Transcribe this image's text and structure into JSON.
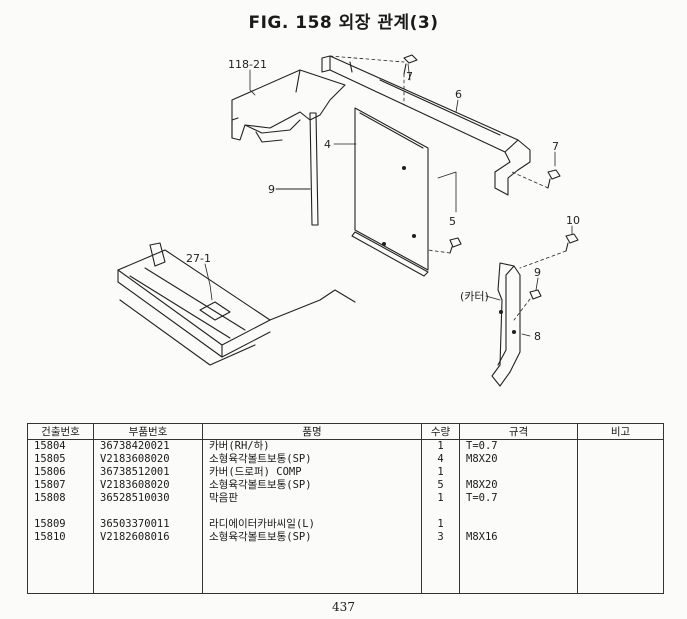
{
  "page": {
    "title": "FIG. 158 외장 관계(3)",
    "page_number": "437"
  },
  "diagram": {
    "callouts": [
      "118-21",
      "7",
      "6",
      "4",
      "7",
      "9",
      "5",
      "10",
      "27-1",
      "9",
      "(카터)",
      "8"
    ]
  },
  "table": {
    "headers": [
      "건출번호",
      "부품번호",
      "품명",
      "수량",
      "규격",
      "비고"
    ],
    "rows": [
      {
        "ref": "15804",
        "part_no": "36738420021",
        "name": "카버(RH/하)",
        "qty": "1",
        "spec": "T=0.7",
        "note": ""
      },
      {
        "ref": "15805",
        "part_no": "V2183608020",
        "name": "소형육각볼트보통(SP)",
        "qty": "4",
        "spec": "M8X20",
        "note": ""
      },
      {
        "ref": "15806",
        "part_no": "36738512001",
        "name": "카버(드로퍼) COMP",
        "qty": "1",
        "spec": "",
        "note": ""
      },
      {
        "ref": "15807",
        "part_no": "V2183608020",
        "name": "소형육각볼트보통(SP)",
        "qty": "5",
        "spec": "M8X20",
        "note": ""
      },
      {
        "ref": "15808",
        "part_no": "36528510030",
        "name": "막음판",
        "qty": "1",
        "spec": "T=0.7",
        "note": ""
      },
      {
        "ref": "",
        "part_no": "",
        "name": "",
        "qty": "",
        "spec": "",
        "note": ""
      },
      {
        "ref": "15809",
        "part_no": "36503370011",
        "name": "라디에이터카바씨일(L)",
        "qty": "1",
        "spec": "",
        "note": ""
      },
      {
        "ref": "15810",
        "part_no": "V2182608016",
        "name": "소형육각볼트보통(SP)",
        "qty": "3",
        "spec": "M8X16",
        "note": ""
      }
    ]
  }
}
